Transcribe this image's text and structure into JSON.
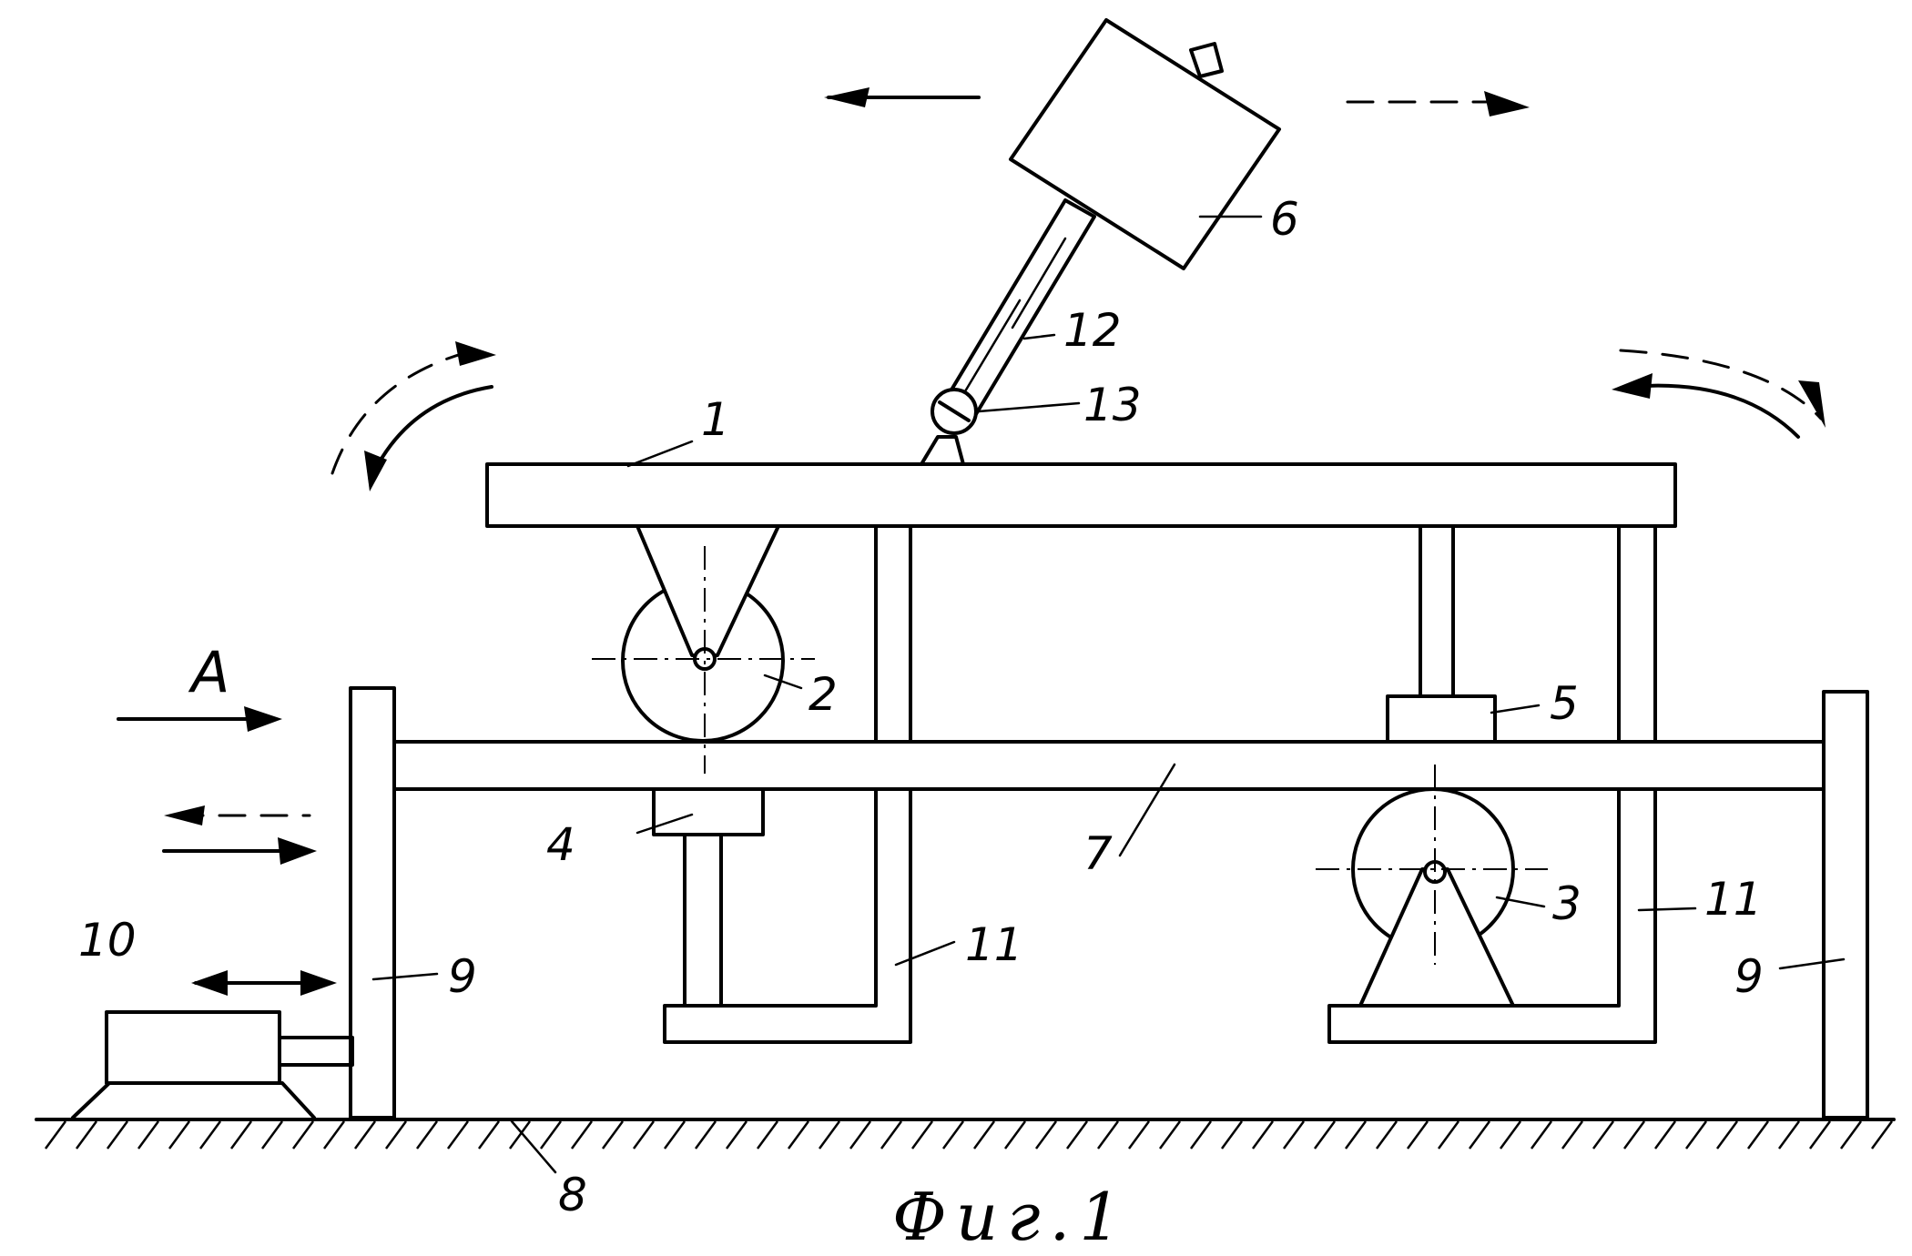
{
  "figure": {
    "caption": "Фиг.1",
    "view_label": "A",
    "labels": {
      "beam_top": "1",
      "roller_upper": "2",
      "roller_lower": "3",
      "bearing_left": "4",
      "bearing_right": "5",
      "weight": "6",
      "beam_middle": "7",
      "ground": "8",
      "post_left": "9",
      "post_right": "9",
      "motor": "10",
      "bracket_left": "11",
      "bracket_right": "11",
      "rod": "12",
      "hinge": "13"
    }
  }
}
